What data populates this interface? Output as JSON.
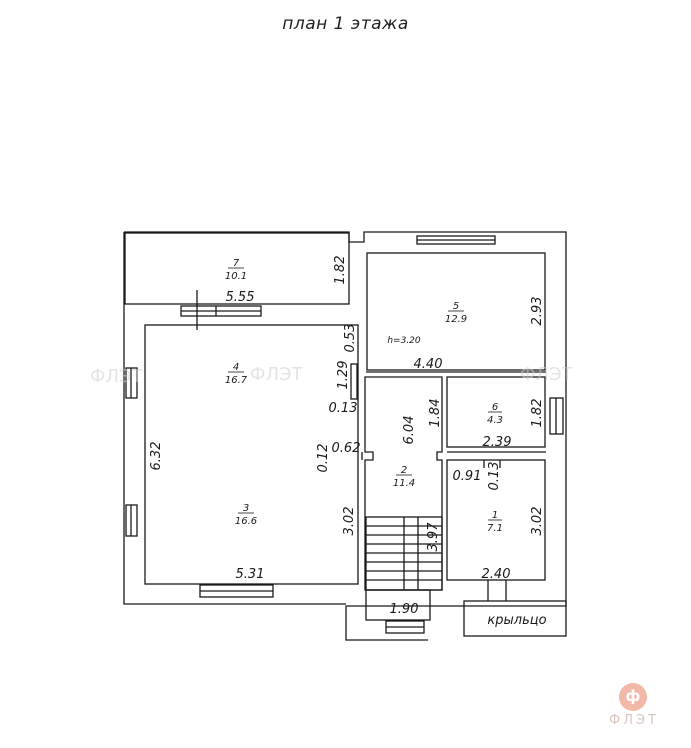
{
  "title": "план 1 этажа",
  "rooms": [
    {
      "id": "7",
      "number": "7",
      "area": "10.1"
    },
    {
      "id": "5",
      "number": "5",
      "area": "12.9"
    },
    {
      "id": "4",
      "number": "4",
      "area": "16.7"
    },
    {
      "id": "6",
      "number": "6",
      "area": "4.3"
    },
    {
      "id": "2",
      "number": "2",
      "area": "11.4"
    },
    {
      "id": "3",
      "number": "3",
      "area": "16.6"
    },
    {
      "id": "1",
      "number": "1",
      "area": "7.1"
    }
  ],
  "dimensions": {
    "d_182_top": "1.82",
    "d_555": "5.55",
    "d_293": "2.93",
    "d_053": "0.53",
    "h_note": "h=3.20",
    "d_440": "4.40",
    "d_129": "1.29",
    "d_013_left": "0.13",
    "d_604": "6.04",
    "d_184": "1.84",
    "d_182_right": "1.82",
    "d_239": "2.39",
    "d_632": "6.32",
    "d_012": "0.12",
    "d_062": "0.62",
    "d_091": "0.91",
    "d_013_right": "0.13",
    "d_302_left": "3.02",
    "d_397": "3.97",
    "d_302_right": "3.02",
    "d_531": "5.31",
    "d_240": "2.40",
    "d_190": "1.90"
  },
  "porch_label": "крыльцо",
  "watermark": "ФЛЭТ",
  "logo": {
    "letter": "ф",
    "text": "ФЛЭТ",
    "color": "#f2b9a8"
  }
}
